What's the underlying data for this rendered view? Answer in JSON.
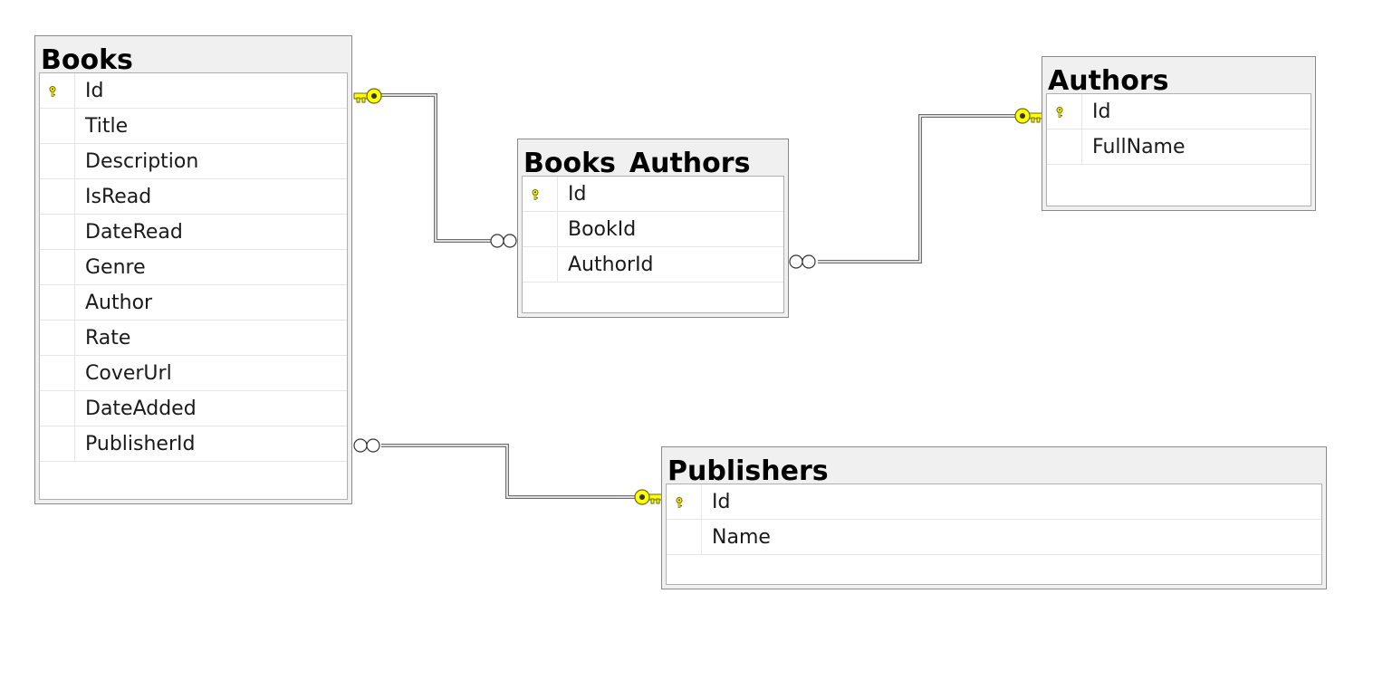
{
  "tables": {
    "books": {
      "title": "Books",
      "columns": [
        "Id",
        "Title",
        "Description",
        "IsRead",
        "DateRead",
        "Genre",
        "Author",
        "Rate",
        "CoverUrl",
        "DateAdded",
        "PublisherId"
      ]
    },
    "books_authors": {
      "title": "Books_Authors",
      "columns": [
        "Id",
        "BookId",
        "AuthorId"
      ]
    },
    "authors": {
      "title": "Authors",
      "columns": [
        "Id",
        "FullName"
      ]
    },
    "publishers": {
      "title": "Publishers",
      "columns": [
        "Id",
        "Name"
      ]
    }
  },
  "primary_key_icon": "key-icon",
  "relationships": [
    {
      "from": "Books.Id",
      "to": "Books_Authors.BookId",
      "one_end": "key-icon",
      "many_end": "infinity-icon"
    },
    {
      "from": "Authors.Id",
      "to": "Books_Authors.AuthorId",
      "one_end": "key-icon",
      "many_end": "infinity-icon"
    },
    {
      "from": "Publishers.Id",
      "to": "Books.PublisherId",
      "one_end": "key-icon",
      "many_end": "infinity-icon"
    }
  ],
  "colors": {
    "key": "#ffff00",
    "key_outline": "#6b6b00",
    "line": "#6e6e6e"
  }
}
